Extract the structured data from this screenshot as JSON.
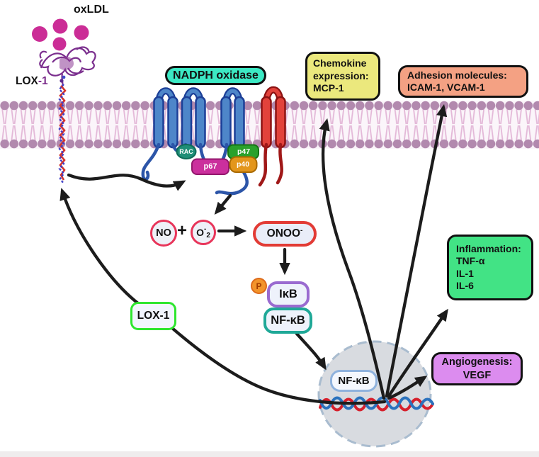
{
  "labels": {
    "oxldl": "oxLDL",
    "lox1_receptor_main": "LOX",
    "lox1_receptor_suffix": "-1",
    "nadph": "NADPH oxidase",
    "rac": "RAC",
    "p47": "p47",
    "p67": "p67",
    "p40": "p40",
    "no": "NO",
    "plus": "+",
    "o2_base": "O",
    "o2_sup": "-",
    "o2_sub": "2",
    "onoo_base": "ONOO",
    "onoo_sup": "-",
    "phosphate": "P",
    "ikb": "IκB",
    "nfkb": "NF-κB",
    "nfkb_nucleus": "NF-κB",
    "lox1_box": "LOX-1"
  },
  "outcomes": {
    "chemokine": {
      "lines": [
        "Chemokine",
        "expression:",
        "MCP-1"
      ],
      "color": "#ebe87d"
    },
    "adhesion": {
      "lines": [
        "Adhesion molecules:",
        "ICAM-1, VCAM-1"
      ],
      "color": "#f4a183"
    },
    "inflammation": {
      "lines": [
        "Inflammation:",
        "TNF-α",
        "IL-1",
        "IL-6"
      ],
      "color": "#42e385"
    },
    "angiogenesis": {
      "lines": [
        "Angiogenesis:",
        "VEGF"
      ],
      "color": "#dc8cef"
    }
  },
  "colors": {
    "nadph_pill": "#3ce9c4",
    "membrane_head": "#b289ae",
    "membrane_tail": "#e3b8d8",
    "oxldl_particle": "#cb2d96",
    "receptor_scribble": "#7b2f8e",
    "pillar_blue": "#4e86c9",
    "pillar_red": "#e2423b",
    "rac": "#1e8e76",
    "p47": "#2aa12c",
    "p67": "#cb2f9d",
    "p40": "#e3961c",
    "ros_circle_border": "#e8355a",
    "onoo_border": "#e23b35",
    "phosphate_fill": "#f2942b",
    "ikb_border": "#9a6bd0",
    "nfkb_border": "#1fa897",
    "lox1_box_border": "#2ee62e",
    "nucleus_fill": "#d8dbe0",
    "nucleus_border": "#a9bccf",
    "dna_red": "#d6202c",
    "dna_blue": "#2b72bd",
    "arrow": "#1c1c1c"
  }
}
